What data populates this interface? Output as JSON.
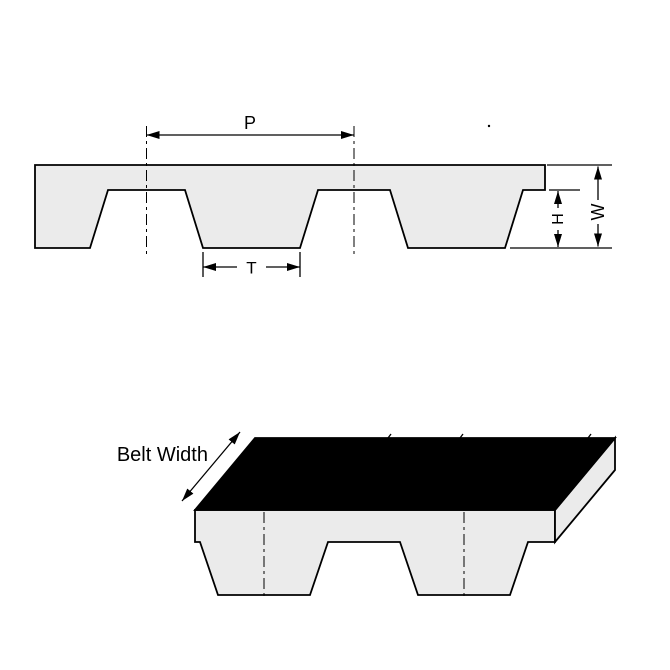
{
  "labels": {
    "pitch": "P",
    "tooth_width": "T",
    "tooth_height": "H",
    "width": "W",
    "belt_width": "Belt Width"
  },
  "colors": {
    "line": "#000000",
    "belt_fill": "#ebebeb",
    "top_face": "#000000",
    "background": "#ffffff"
  }
}
